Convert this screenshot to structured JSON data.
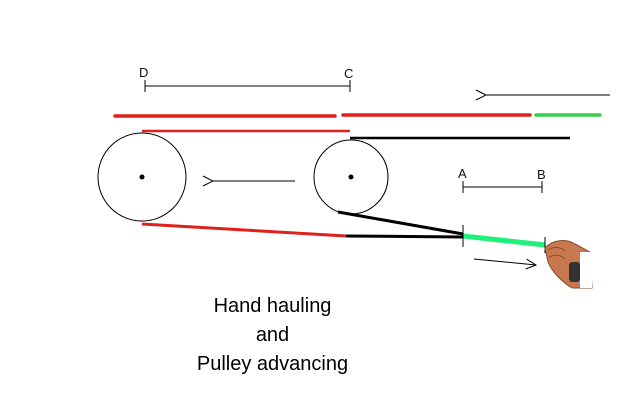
{
  "points": {
    "D": "D",
    "C": "C",
    "A": "A",
    "B": "B"
  },
  "caption": {
    "line1": "Hand hauling",
    "line2": "and",
    "line3": "Pulley advancing"
  },
  "colors": {
    "red": "#e0201a",
    "black": "#000000",
    "green_dark": "#33d24a",
    "green_bright": "#20f07a",
    "skin": "#c8784f",
    "skin_dark": "#8a4a2c",
    "watch": "#333333"
  },
  "icons": {
    "hand": "hand-icon",
    "pulley_left": "pulley-wheel",
    "pulley_right": "pulley-wheel"
  }
}
